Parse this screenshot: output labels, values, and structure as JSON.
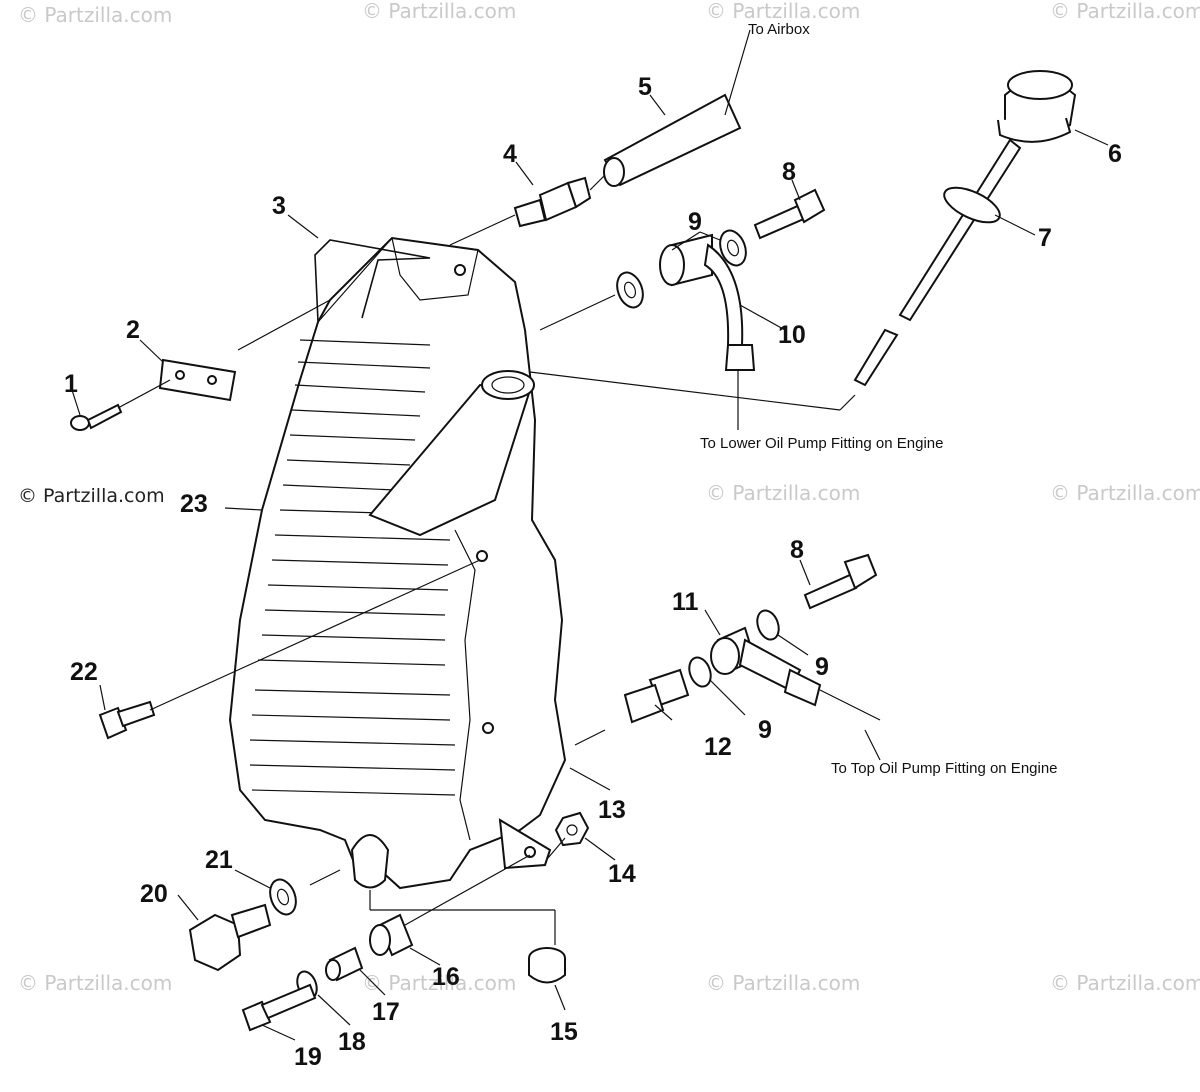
{
  "watermark": "© Partzilla.com",
  "brand": "© Partzilla.com",
  "notes": {
    "airbox": "To Airbox",
    "lower_pump": "To Lower Oil Pump Fitting on Engine",
    "top_pump": "To Top Oil Pump Fitting on Engine"
  },
  "callouts": {
    "c1": "1",
    "c2": "2",
    "c3": "3",
    "c4": "4",
    "c5": "5",
    "c6": "6",
    "c7": "7",
    "c8a": "8",
    "c8b": "8",
    "c9a": "9",
    "c9b": "9",
    "c9c": "9",
    "c10": "10",
    "c11": "11",
    "c12": "12",
    "c13": "13",
    "c14": "14",
    "c15": "15",
    "c16": "16",
    "c17": "17",
    "c18": "18",
    "c19": "19",
    "c20": "20",
    "c21": "21",
    "c22": "22",
    "c23": "23"
  }
}
